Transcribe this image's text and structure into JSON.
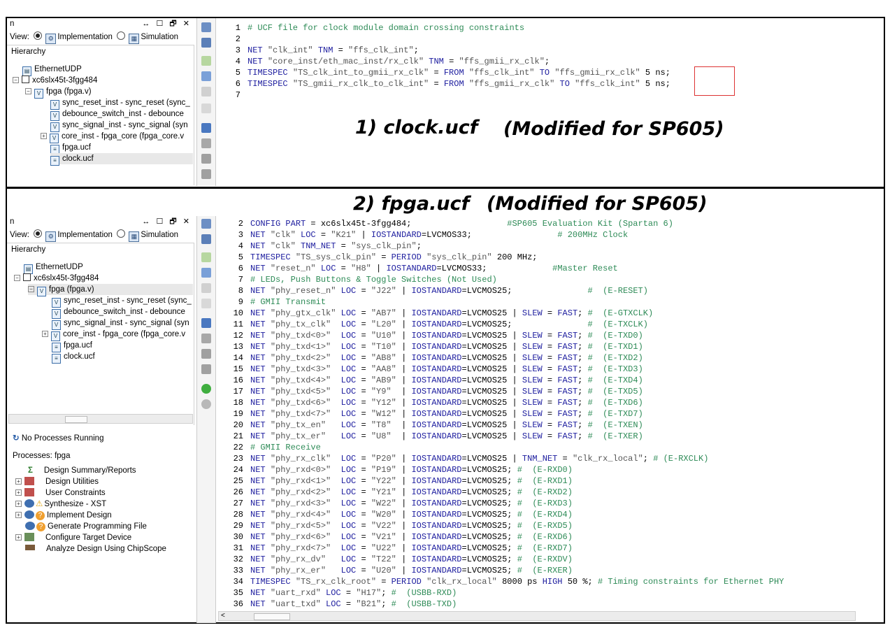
{
  "panel": {
    "title": "n",
    "window_controls": "↔ ☐ 🗗 ✕",
    "view_label": "View:",
    "impl_label": "Implementation",
    "sim_label": "Simulation",
    "hierarchy_label": "Hierarchy",
    "tree": {
      "project": "EthernetUDP",
      "device": "xc6slx45t-3fgg484",
      "top": "fpga (fpga.v)",
      "children": [
        "sync_reset_inst - sync_reset (sync_",
        "debounce_switch_inst - debounce",
        "sync_signal_inst - sync_signal (syn",
        "core_inst - fpga_core (fpga_core.v",
        "fpga.ucf",
        "clock.ucf"
      ]
    },
    "process_status": "No Processes Running",
    "processes_label": "Processes: fpga",
    "processes": [
      "Design Summary/Reports",
      "Design Utilities",
      "User Constraints",
      "Synthesize - XST",
      "Implement Design",
      "Generate Programming File",
      "Configure Target Device",
      "Analyze Design Using ChipScope"
    ]
  },
  "captions": {
    "c1_name": "1) clock.ucf",
    "c1_note": "(Modified for SP605)",
    "c2_name": "2)  fpga.ucf",
    "c2_note": "(Modified for SP605)"
  },
  "editor1": {
    "lines": [
      {
        "n": "1",
        "t": "# UCF file for clock module domain crossing constraints"
      },
      {
        "n": "2",
        "t": ""
      },
      {
        "n": "3",
        "t": "NET \"clk_int\" TNM = \"ffs_clk_int\";"
      },
      {
        "n": "4",
        "t": "NET \"core_inst/eth_mac_inst/rx_clk\" TNM = \"ffs_gmii_rx_clk\";"
      },
      {
        "n": "5",
        "t": "TIMESPEC \"TS_clk_int_to_gmii_rx_clk\" = FROM \"ffs_clk_int\" TO \"ffs_gmii_rx_clk\" 5 ns;"
      },
      {
        "n": "6",
        "t": "TIMESPEC \"TS_gmii_rx_clk_to_clk_int\" = FROM \"ffs_gmii_rx_clk\" TO \"ffs_clk_int\" 5 ns;"
      },
      {
        "n": "7",
        "t": ""
      }
    ]
  },
  "editor2": {
    "lines": [
      {
        "n": "2",
        "t": "CONFIG PART = xc6slx45t-3fgg484;                   #SP605 Evaluation Kit (Spartan 6)"
      },
      {
        "n": "3",
        "t": "NET \"clk\" LOC = \"K21\" | IOSTANDARD=LVCMOS33;                 # 200MHz Clock"
      },
      {
        "n": "4",
        "t": "NET \"clk\" TNM_NET = \"sys_clk_pin\";"
      },
      {
        "n": "5",
        "t": "TIMESPEC \"TS_sys_clk_pin\" = PERIOD \"sys_clk_pin\" 200 MHz;"
      },
      {
        "n": "6",
        "t": "NET \"reset_n\" LOC = \"H8\" | IOSTANDARD=LVCMOS33;             #Master Reset"
      },
      {
        "n": "7",
        "t": "# LEDs, Push Buttons & Toggle Switches (Not Used)"
      },
      {
        "n": "8",
        "t": "NET \"phy_reset_n\" LOC = \"J22\" | IOSTANDARD=LVCMOS25;               #  (E-RESET)"
      },
      {
        "n": "9",
        "t": "# GMII Transmit"
      },
      {
        "n": "10",
        "t": "NET \"phy_gtx_clk\" LOC = \"AB7\" | IOSTANDARD=LVCMOS25 | SLEW = FAST; #  (E-GTXCLK)"
      },
      {
        "n": "11",
        "t": "NET \"phy_tx_clk\"  LOC = \"L20\" | IOSTANDARD=LVCMOS25;               #  (E-TXCLK)"
      },
      {
        "n": "12",
        "t": "NET \"phy_txd<0>\"  LOC = \"U10\" | IOSTANDARD=LVCMOS25 | SLEW = FAST; #  (E-TXD0)"
      },
      {
        "n": "13",
        "t": "NET \"phy_txd<1>\"  LOC = \"T10\" | IOSTANDARD=LVCMOS25 | SLEW = FAST; #  (E-TXD1)"
      },
      {
        "n": "14",
        "t": "NET \"phy_txd<2>\"  LOC = \"AB8\" | IOSTANDARD=LVCMOS25 | SLEW = FAST; #  (E-TXD2)"
      },
      {
        "n": "15",
        "t": "NET \"phy_txd<3>\"  LOC = \"AA8\" | IOSTANDARD=LVCMOS25 | SLEW = FAST; #  (E-TXD3)"
      },
      {
        "n": "16",
        "t": "NET \"phy_txd<4>\"  LOC = \"AB9\" | IOSTANDARD=LVCMOS25 | SLEW = FAST; #  (E-TXD4)"
      },
      {
        "n": "17",
        "t": "NET \"phy_txd<5>\"  LOC = \"Y9\"  | IOSTANDARD=LVCMOS25 | SLEW = FAST; #  (E-TXD5)"
      },
      {
        "n": "18",
        "t": "NET \"phy_txd<6>\"  LOC = \"Y12\" | IOSTANDARD=LVCMOS25 | SLEW = FAST; #  (E-TXD6)"
      },
      {
        "n": "19",
        "t": "NET \"phy_txd<7>\"  LOC = \"W12\" | IOSTANDARD=LVCMOS25 | SLEW = FAST; #  (E-TXD7)"
      },
      {
        "n": "20",
        "t": "NET \"phy_tx_en\"   LOC = \"T8\"  | IOSTANDARD=LVCMOS25 | SLEW = FAST; #  (E-TXEN)"
      },
      {
        "n": "21",
        "t": "NET \"phy_tx_er\"   LOC = \"U8\"  | IOSTANDARD=LVCMOS25 | SLEW = FAST; #  (E-TXER)"
      },
      {
        "n": "22",
        "t": "# GMII Receive"
      },
      {
        "n": "23",
        "t": "NET \"phy_rx_clk\"  LOC = \"P20\" | IOSTANDARD=LVCMOS25 | TNM_NET = \"clk_rx_local\"; # (E-RXCLK)"
      },
      {
        "n": "24",
        "t": "NET \"phy_rxd<0>\"  LOC = \"P19\" | IOSTANDARD=LVCMOS25; #  (E-RXD0)"
      },
      {
        "n": "25",
        "t": "NET \"phy_rxd<1>\"  LOC = \"Y22\" | IOSTANDARD=LVCMOS25; #  (E-RXD1)"
      },
      {
        "n": "26",
        "t": "NET \"phy_rxd<2>\"  LOC = \"Y21\" | IOSTANDARD=LVCMOS25; #  (E-RXD2)"
      },
      {
        "n": "27",
        "t": "NET \"phy_rxd<3>\"  LOC = \"W22\" | IOSTANDARD=LVCMOS25; #  (E-RXD3)"
      },
      {
        "n": "28",
        "t": "NET \"phy_rxd<4>\"  LOC = \"W20\" | IOSTANDARD=LVCMOS25; #  (E-RXD4)"
      },
      {
        "n": "29",
        "t": "NET \"phy_rxd<5>\"  LOC = \"V22\" | IOSTANDARD=LVCMOS25; #  (E-RXD5)"
      },
      {
        "n": "30",
        "t": "NET \"phy_rxd<6>\"  LOC = \"V21\" | IOSTANDARD=LVCMOS25; #  (E-RXD6)"
      },
      {
        "n": "31",
        "t": "NET \"phy_rxd<7>\"  LOC = \"U22\" | IOSTANDARD=LVCMOS25; #  (E-RXD7)"
      },
      {
        "n": "32",
        "t": "NET \"phy_rx_dv\"   LOC = \"T22\" | IOSTANDARD=LVCMOS25; #  (E-RXDV)"
      },
      {
        "n": "33",
        "t": "NET \"phy_rx_er\"   LOC = \"U20\" | IOSTANDARD=LVCMOS25; #  (E-RXER)"
      },
      {
        "n": "34",
        "t": "TIMESPEC \"TS_rx_clk_root\" = PERIOD \"clk_rx_local\" 8000 ps HIGH 50 %; # Timing constraints for Ethernet PHY"
      },
      {
        "n": "35",
        "t": "NET \"uart_rxd\" LOC = \"H17\"; #  (USBB-RXD)"
      },
      {
        "n": "36",
        "t": "NET \"uart_txd\" LOC = \"B21\"; #  (USBB-TXD)"
      }
    ]
  }
}
